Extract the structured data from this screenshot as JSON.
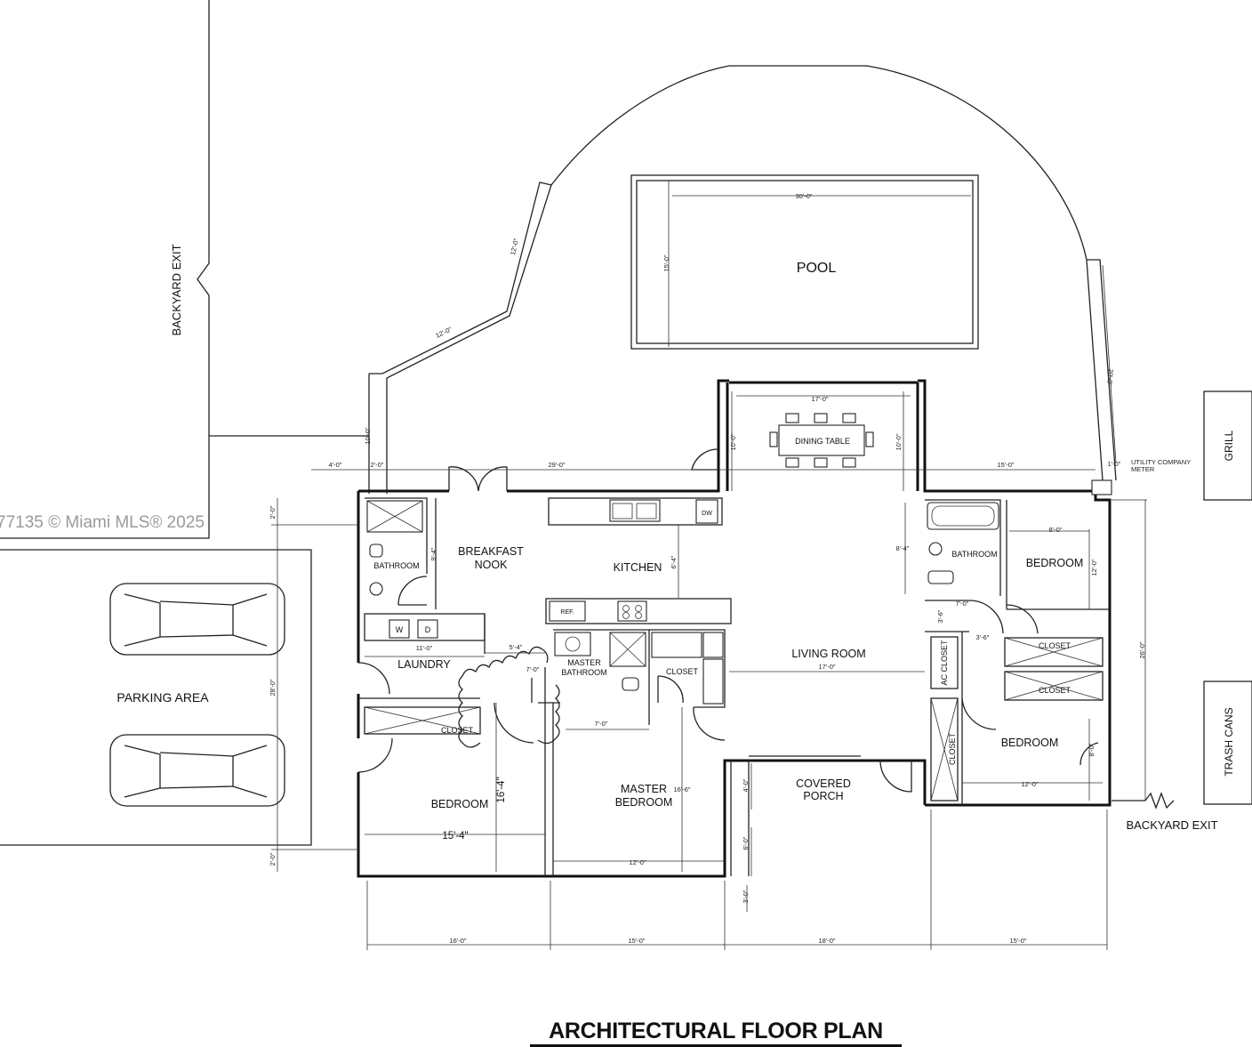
{
  "title": "ARCHITECTURAL FLOOR PLAN",
  "watermark": "77135 © Miami MLS® 2025",
  "rooms": {
    "pool": "POOL",
    "dining_table": "DINING TABLE",
    "breakfast_nook_1": "BREAKFAST",
    "breakfast_nook_2": "NOOK",
    "kitchen": "KITCHEN",
    "bathroom_left": "BATHROOM",
    "laundry": "LAUNDRY",
    "master_bathroom_1": "MASTER",
    "master_bathroom_2": "BATHROOM",
    "closet_master": "CLOSET",
    "living_room": "LIVING ROOM",
    "bathroom_right": "BATHROOM",
    "bedroom_right_top": "BEDROOM",
    "ac_closet": "AC CLOSET",
    "closet_right_1": "CLOSET",
    "closet_right_2": "CLOSET",
    "closet_right_vertical": "CLOSET",
    "bedroom_right_bottom": "BEDROOM",
    "closet_left": "CLOSET",
    "bedroom_left": "BEDROOM",
    "master_bedroom_1": "MASTER",
    "master_bedroom_2": "BEDROOM",
    "covered_porch_1": "COVERED",
    "covered_porch_2": "PORCH",
    "parking_area": "PARKING AREA",
    "grill": "GRILL",
    "trash_cans": "TRASH CANS",
    "utility_meter_1": "UTILITY COMPANY",
    "utility_meter_2": "METER",
    "backyard_exit_left": "BACKYARD EXIT",
    "backyard_exit_right": "BACKYARD EXIT"
  },
  "fixtures": {
    "refrigerator": "REF.",
    "dishwasher": "DW",
    "washer": "W",
    "dryer": "D"
  },
  "dimensions": {
    "pool_length": "30'-0\"",
    "pool_width": "15'-0\"",
    "fence_diag_upper": "12'-0\"",
    "fence_diag_lower": "12'-0\"",
    "fence_left_vertical": "10'-0\"",
    "dining_width": "17'-0\"",
    "dining_left_depth": "10'-0\"",
    "dining_right_depth": "10'-0\"",
    "right_fence_vertical": "20'-0\"",
    "right_top_width": "15'-0\"",
    "right_top_small": "1'-0\"",
    "left_offset_4": "4'-0\"",
    "left_offset_2": "2'-0\"",
    "kitchen_wall": "29'-0\"",
    "left_top_2": "2'-0\"",
    "bathroom_left_depth": "9'-4\"",
    "kitchen_depth": "6'-4\"",
    "laundry_width": "11'-0\"",
    "hall_width": "5'-4\"",
    "hall_7": "7'-0\"",
    "master_bath_width": "7'-0\"",
    "living_width": "17'-0\"",
    "bath_right_depth": "8'-4\"",
    "bath_right_width": "7'-0\"",
    "right_3_6a": "3'-6\"",
    "right_3_6b": "3'-6\"",
    "bedroom_right_top_width": "8'-0\"",
    "bedroom_right_top_depth": "12'-0\"",
    "right_overall_depth": "26'-0\"",
    "bedroom_right_bottom_depth": "8'-0\"",
    "bedroom_right_bottom_width": "12'-0\"",
    "bedroom_left_depth": "16'-4\"",
    "bedroom_left_width": "15'-4\"",
    "master_bed_depth": "16'-6\"",
    "master_bed_width": "12'-0\"",
    "porch_depth": "4'-0\"",
    "porch_front_6": "6'-0\"",
    "porch_front_3": "3'-0\"",
    "left_overall": "28'-0\"",
    "left_bottom_2": "2'-0\"",
    "bottom_16": "16'-0\"",
    "bottom_15a": "15'-0\"",
    "bottom_18": "18'-0\"",
    "bottom_15b": "15'-0\""
  }
}
